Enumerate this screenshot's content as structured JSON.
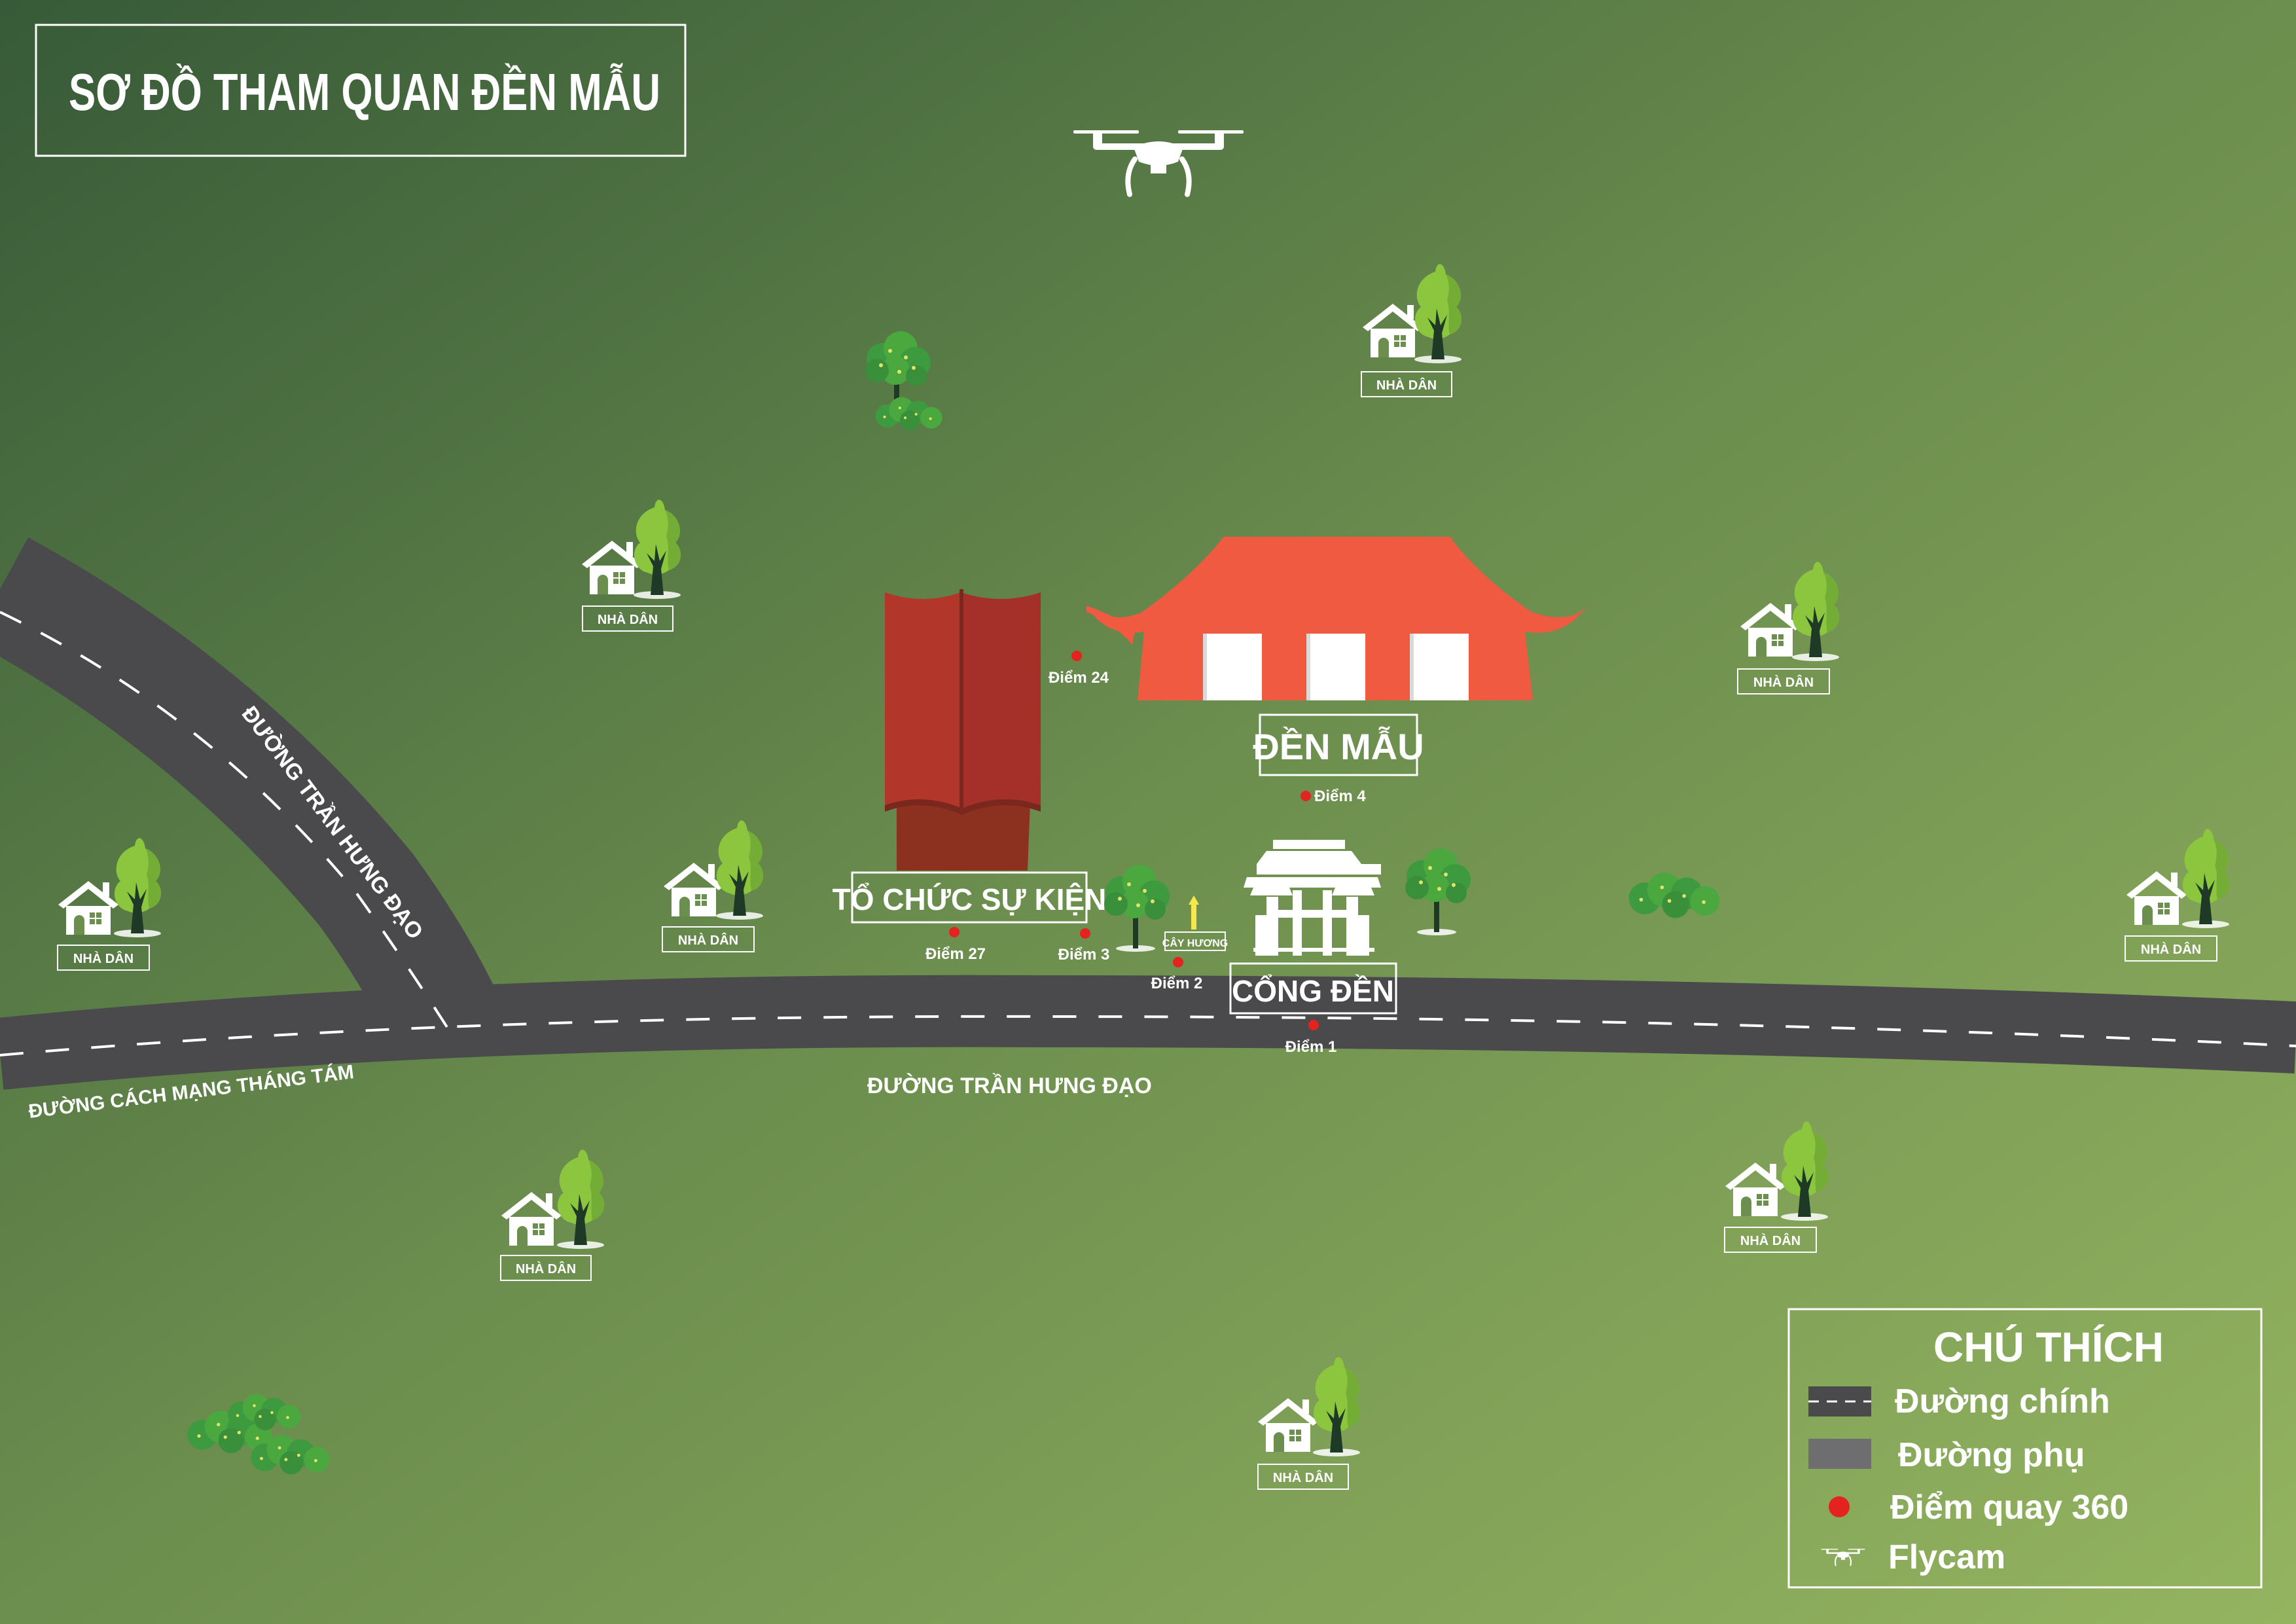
{
  "title": "SƠ ĐỒ THAM QUAN ĐỀN MẪU",
  "colors": {
    "bg_dark": "#3b5f3a",
    "bg_light": "#8fb05b",
    "road": "#4a4a4c",
    "temple": "#f05a40",
    "event_hall": "#b2362a",
    "event_hall_dark": "#8c3020",
    "point": "#e4231f",
    "tree_light": "#8cc63f",
    "tree_dark": "#1e3a26"
  },
  "places": {
    "temple": "ĐỀN MẪU",
    "gate": "CỔNG ĐỀN",
    "event": "TỔ CHỨC SỰ KIỆN",
    "incense_tree": "CÂY HƯƠNG"
  },
  "houses": [
    "NHÀ DÂN",
    "NHÀ DÂN",
    "NHÀ DÂN",
    "NHÀ DÂN",
    "NHÀ DÂN",
    "NHÀ DÂN",
    "NHÀ DÂN",
    "NHÀ DÂN",
    "NHÀ DÂN"
  ],
  "roads": {
    "main_road": "ĐƯỜNG TRẦN HƯNG ĐẠO",
    "diagonal_road": "ĐƯỜNG TRẦN HƯNG ĐẠO",
    "left_road": "ĐƯỜNG CÁCH MẠNG THÁNG TÁM"
  },
  "points": [
    "Điểm 1",
    "Điểm 2",
    "Điểm 3",
    "Điểm 4",
    "Điểm 24",
    "Điểm 27"
  ],
  "legend": {
    "title": "CHÚ THÍCH",
    "main_road": "Đường chính",
    "side_road": "Đường phụ",
    "point360": "Điểm quay 360",
    "flycam": "Flycam"
  }
}
